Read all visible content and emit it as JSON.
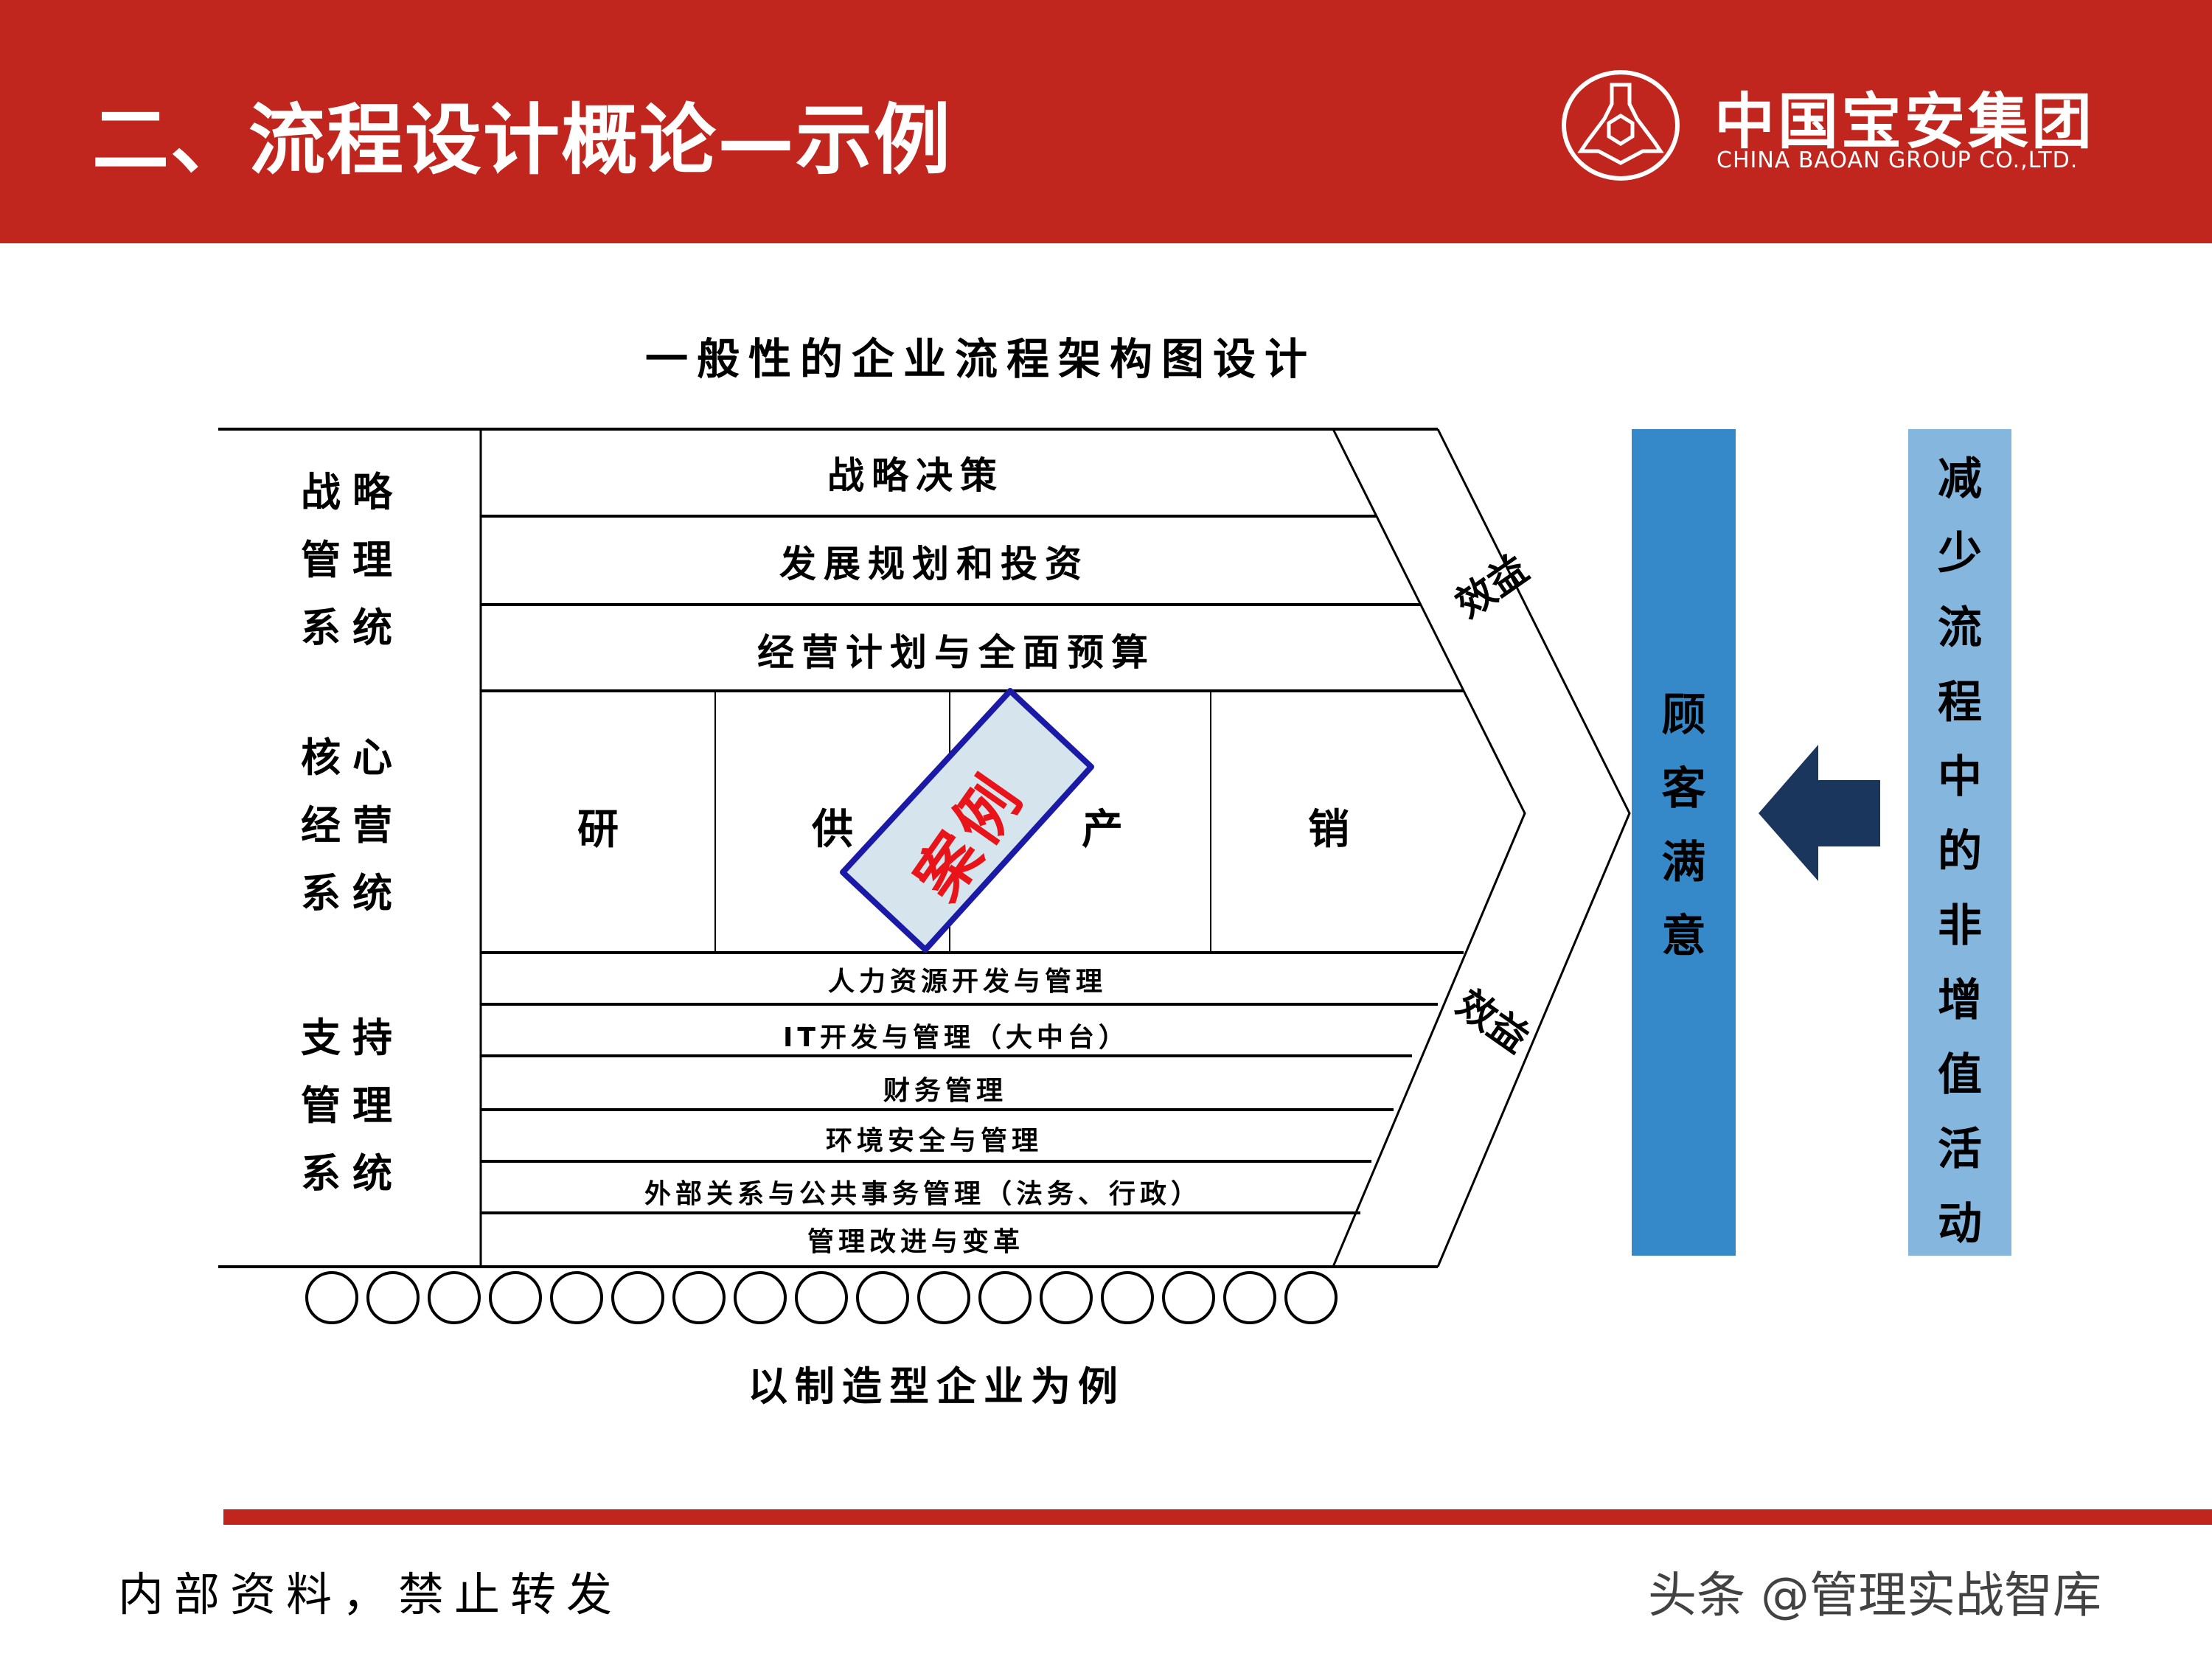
{
  "header": {
    "title": "二、流程设计概论—示例",
    "logo": {
      "name_cn": "中国宝安集团",
      "name_en": "CHINA BAOAN GROUP CO.,LTD.",
      "icon": "baoan-emblem-icon"
    },
    "color": "#c1261e"
  },
  "diagram": {
    "title": "一般性的企业流程架构图设计",
    "systems": [
      {
        "label": "战略管理系统",
        "lines": [
          "战略",
          "管理",
          "系统"
        ]
      },
      {
        "label": "核心经营系统",
        "lines": [
          "核心",
          "经营",
          "系统"
        ]
      },
      {
        "label": "支持管理系统",
        "lines": [
          "支持",
          "管理",
          "系统"
        ]
      }
    ],
    "strategy_rows": [
      "战略决策",
      "发展规划和投资",
      "经营计划与全面预算"
    ],
    "core_columns": [
      "研",
      "供",
      "产",
      "销"
    ],
    "stamp": {
      "text": "案例",
      "border_color": "#1a1aa6",
      "fill_color": "#d6e4ee",
      "text_color": "#e8141a"
    },
    "support_rows": [
      "人力资源开发与管理",
      "IT开发与管理（大中台）",
      "财务管理",
      "环境安全与管理",
      "外部关系与公共事务管理（法务、行政）",
      "管理改进与变革"
    ],
    "benefit_labels": [
      "效益",
      "效益"
    ],
    "circle_count": 17,
    "caption": "以制造型企业为例"
  },
  "customer_bar": {
    "text": "顾客满意",
    "chars": [
      "顾",
      "客",
      "满",
      "意"
    ],
    "color": "#3689c9"
  },
  "arrow": {
    "icon": "left-arrow-icon",
    "color": "#1b365d"
  },
  "reduce_bar": {
    "text": "减少流程中的非增值活动",
    "chars": [
      "减",
      "少",
      "流",
      "程",
      "中",
      "的",
      "非",
      "增",
      "值",
      "活",
      "动"
    ],
    "color": "#84b6de"
  },
  "footer": {
    "left": "内部资料，禁止转发",
    "right": "头条 @管理实战智库"
  }
}
